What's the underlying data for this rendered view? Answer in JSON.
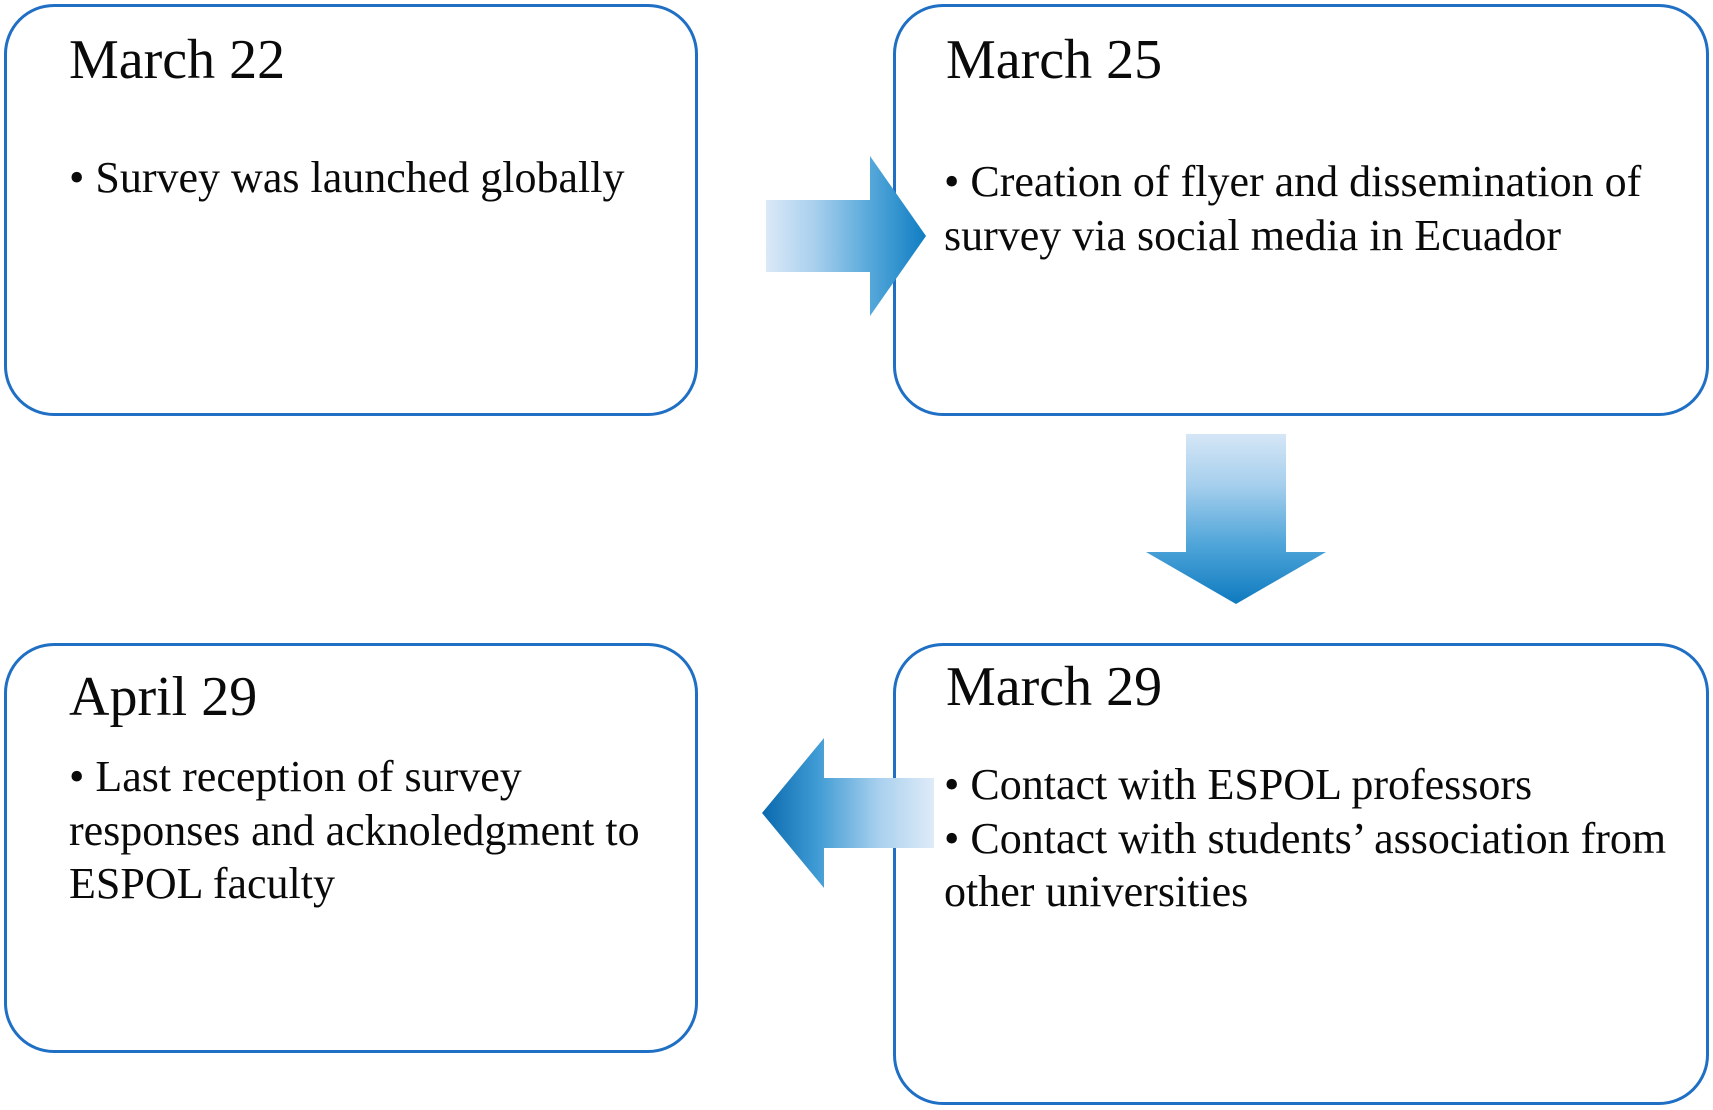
{
  "diagram": {
    "title": "Survey timeline flowchart",
    "accent_color": "#1f6fc4",
    "arrow_gradient_light": "#cfe3f5",
    "arrow_gradient_dark": "#0f7dc2",
    "background_color": "#ffffff"
  },
  "nodes": [
    {
      "id": "march-22",
      "title": "March 22",
      "lines": [
        "• Survey was launched globally"
      ]
    },
    {
      "id": "march-25",
      "title": "March 25",
      "lines": [
        "• Creation of flyer and dissemination of survey via social media in Ecuador"
      ]
    },
    {
      "id": "march-29",
      "title": "March 29",
      "lines": [
        "• Contact with ESPOL professors",
        "• Contact with students’ association from other universities"
      ]
    },
    {
      "id": "april-29",
      "title": "April 29",
      "lines": [
        "• Last reception of survey responses and acknoledgment to ESPOL faculty"
      ]
    }
  ],
  "arrows": [
    {
      "id": "arrow-right",
      "direction": "right",
      "from": "march-22",
      "to": "march-25"
    },
    {
      "id": "arrow-down",
      "direction": "down",
      "from": "march-25",
      "to": "march-29"
    },
    {
      "id": "arrow-left",
      "direction": "left",
      "from": "march-29",
      "to": "april-29"
    }
  ]
}
